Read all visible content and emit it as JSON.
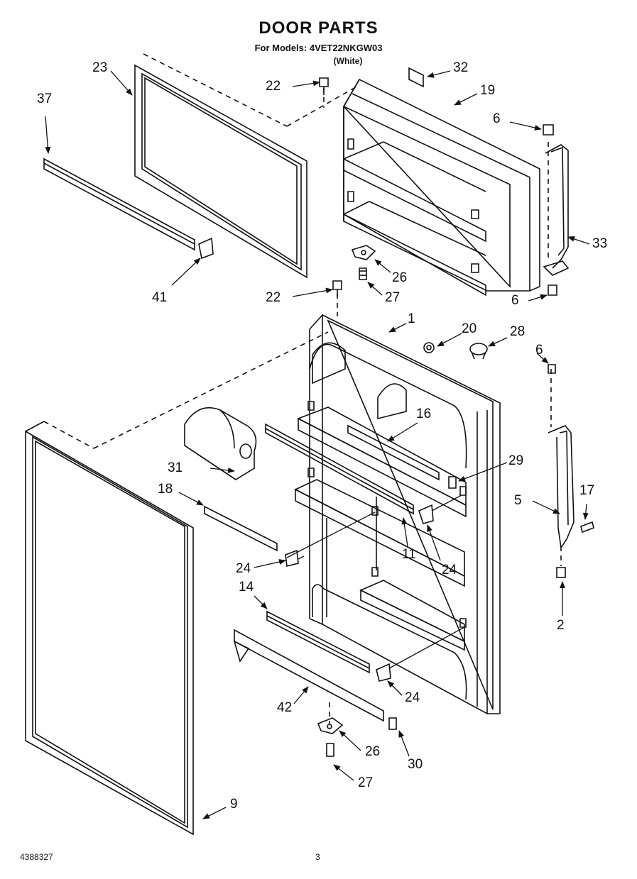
{
  "header": {
    "title": "DOOR PARTS",
    "models": "For Models: 4VET22NKGW03",
    "color": "(White)"
  },
  "footer": {
    "doc_number": "4388327",
    "page_number": "3"
  },
  "callouts": {
    "c23": "23",
    "c37": "37",
    "c41": "41",
    "c22a": "22",
    "c32": "32",
    "c19": "19",
    "c6a": "6",
    "c33": "33",
    "c6b": "6",
    "c26a": "26",
    "c27a": "27",
    "c22b": "22",
    "c1": "1",
    "c20": "20",
    "c28": "28",
    "c6c": "6",
    "c16": "16",
    "c29": "29",
    "c31": "31",
    "c18": "18",
    "c5": "5",
    "c17": "17",
    "c24a": "24",
    "c11": "11",
    "c24b": "24",
    "c2": "2",
    "c14": "14",
    "c24c": "24",
    "c42": "42",
    "c26b": "26",
    "c30": "30",
    "c27b": "27",
    "c9": "9"
  }
}
